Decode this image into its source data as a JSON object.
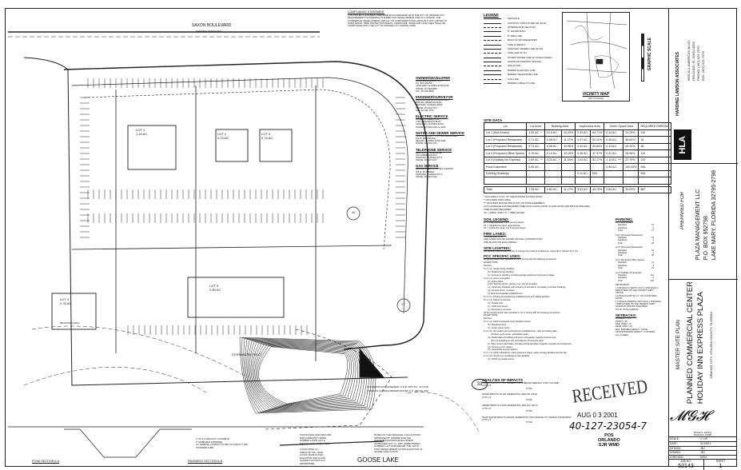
{
  "compliance": {
    "title": "COMPLIANCE STATEMENT",
    "text": [
      "THIS PROJECT HAS BEEN PREPARED IN ACCORDANCE WITH THE CITY OF ORANGE CITY",
      "REQUIREMENTS GOVERNING PLANNED UNIT DEVELOPMENT FOR CC-1 ZONING. THE",
      "COMMERCIAL DEVELOPMENT AND ALL ITS COMPONENTS INCLUDING BUT NOT LIMITED TO",
      "OPEN SPACE, TREE PROTECTION AREAS, LANDSCAPE, SIGNS AND LAND USES SHALL BE",
      "COMPLIANCE WITH THE CITY OF ORANGE CITY ZONING CODE."
    ]
  },
  "plan": {
    "road": "SAXON BOULEVARD",
    "road_sub": "VARIABLE WIDTH R/W",
    "lake": "GOOSE LAKE",
    "retaining_wall": "RETAINING WALL",
    "stormwater": "STORMWATER TRACT",
    "conservation": "CONSERVATION EASEMENT  O.R.B. 3837 PG. 474 AND STATE OF FLORIDA RESERVATIONS O.R. 306 PG. 563",
    "lots": [
      {
        "name": "LOT 1",
        "area": "1.49 AC."
      },
      {
        "name": "LOT 2",
        "area": "0.72 AC."
      },
      {
        "name": "LOT 3",
        "area": "0.74 AC."
      },
      {
        "name": "LOT 4",
        "area": "0.76 AC."
      },
      {
        "name": "LOT 5",
        "area": "2.89 AC."
      }
    ],
    "soil_tags": [
      "42",
      "17",
      "33"
    ],
    "flood1": [
      "FLOOD ZONE LINE PER FIRM",
      "MAP COMMUNITY-PANEL",
      "NUMBER 125155 0475 E",
      "MAP REVISED JUNE 4, 1990."
    ],
    "flood2": [
      "FLOOD ZONE \"A\".",
      "AREAS OF 100- YEAR",
      "FLOOD. BASE FLOOD",
      "ELEVATION AND FLOOD",
      "HAZARD FACTORS NOT",
      "DETERMINED."
    ],
    "drainage": [
      "BASED ON THE DRAINAGE CALCULATIONS",
      "APPROVED BY SJRWMD FOR THE",
      "SAXON BOULEVARD DEVELOPMENT",
      "AS REVISED JULY 14, 1997 UNDER PERMIT",
      "NUMBER 4-127-22054AM3-ER. THE 100YR",
      "POST DEVELOPMENT FLOOD ELEVATION OF",
      "GOOSE LAKE IS 25.00."
    ],
    "pond_section": "POND SECTION A-A",
    "pavement_section": "PAVEMENT SECTION B-B",
    "pavement_notes": [
      "2\" OF S-1 ASPHALTIC CONCRETE",
      "8\" STABILIZED SUBGRADE",
      "12\" SUBBASE (COMPACT TO 98% OF AASHTO T-180)",
      "STANDARD CURB"
    ]
  },
  "contacts": [
    {
      "title": "OWNER/DEVELOPER",
      "lines": [
        "PLAZA MANAGEMENT LLC",
        "P.O. BOX 952798",
        "LAKE MARY, FLORIDA 32795-2798",
        "PHONE: 407-869-8866",
        "FAX: 407-869-8869"
      ]
    },
    {
      "title": "ENGINEER/SURVEYOR",
      "lines": [
        "HARDING LAWSON ASSOCIATES",
        "6500 ALL AMERICAN BLVD.",
        "ORLANDO, FLORIDA 32810",
        "PHONE: 407-522-7570",
        "FAX: 407-522-7576"
      ]
    },
    {
      "title": "ELECTRIC SERVICE",
      "lines": [
        "FLORIDA POWER CORP.",
        "1700 GREENWOOD BLVD.",
        "LAKE MARY, FLORIDA 32746",
        "PHONE: 407-829-1000 ext.3204"
      ]
    },
    {
      "title": "WATER AND SEWER SERVICE",
      "lines": [
        "VOLUSIA COUNTY UTILITIES DEPARTMENT",
        "123 W. INDIANA AVE.",
        "DELAND, FLORIDA 32720-4262",
        "PHONE: 904-943-7027"
      ]
    },
    {
      "title": "TELEPHONE SERVICE",
      "lines": [
        "BELL SOUTH TELEPHONE",
        "120 COMMERCE WAY",
        "SANFORD, FLORIDA 32771",
        "PHONE: 407-327-0447"
      ]
    },
    {
      "title": "GAS SERVICE",
      "lines": [
        "FLORIDA PUBLIC UTILITIES COMPANY",
        "505 W. 5th STREET",
        "SANFORD, FLORIDA 32771",
        "PHONE: 407-322-1442"
      ]
    }
  ],
  "legend": {
    "title": "LEGEND",
    "items": [
      "MANHOLE",
      "CONTROL STRUCTURE OR INLET",
      "MITERED END SECTION",
      "8\" WATER MAIN",
      "8\" FIRE LINE",
      "BACK FLOW PREVENTER",
      "FIRE HYDRANT",
      "SANITARY SEWER LINE W/ MH",
      "FIRE LINE W/ FH",
      "STORM WATER LINE W/ STRUCTURES",
      "HANDICAP PARKING SPACES",
      "SOILS LINE",
      "BURIED ELECTRIC LINE",
      "BURIED TELEPHONE LINE",
      "GAS LINE",
      "BURIED CABLE TV LINE"
    ]
  },
  "vicinity": {
    "title": "VICINITY MAP",
    "sub": "NOT TO SCALE"
  },
  "graphic_scale": "GRAPHIC SCALE",
  "site_data": {
    "title": "SITE DATA",
    "headers": [
      "Lot",
      "Lot Area",
      "Building Area",
      "",
      "Impervious Area",
      "",
      "Green Space Area",
      "",
      "REQUIRED PARKING"
    ],
    "rows": [
      [
        "Lot 1 (Bob Evans)",
        "1.50 AC. *",
        "0.14 AC.",
        "10.00%",
        "0.92 AC.",
        "63.71%",
        "0.34 AC.",
        "24.29%",
        "119"
      ],
      [
        "Lot 2 (Proposed Restaurant)",
        "0.71 AC.",
        "0.08 AC.",
        "11.27%",
        "0.37 AC.",
        "52.11%",
        "0.26 AC.",
        "36.62%",
        "34"
      ],
      [
        "Lot 3 (Proposed Restaurant)",
        "0.73 AC.",
        "0.08 AC.",
        "10.96%",
        "0.32 AC.",
        "43.84%",
        "0.33 AC.",
        "45.20%",
        "36"
      ],
      [
        "Lot 4 (Proposed Office Space)",
        "0.76 AC.",
        "0.10 AC.",
        "13.16%",
        "0.36 AC.",
        "47.37%",
        "0.22 AC.",
        "28.95%",
        "119"
      ],
      [
        "Lot 5 (Holiday Inn Express)",
        "2.89 AC. **",
        "0.33 AC. *",
        "11.04%",
        "1.52 AC.",
        "51.17%",
        "1.13 AC. ***",
        "37.79%",
        "219"
      ],
      [
        "Pond Easement",
        "0.55 AC.",
        "",
        "",
        "",
        "",
        "0.55 AC.",
        "100.00%",
        "N/A"
      ],
      [
        "Existing Roadway",
        "",
        "",
        "",
        "0.11 AC.",
        "N/A",
        "",
        "",
        "N/A"
      ],
      [
        "",
        "",
        "",
        "",
        "",
        "",
        "",
        "",
        ""
      ]
    ],
    "total": [
      "Total",
      "7.25 AC.",
      "0.81 AC.",
      "11.17%",
      "3.61 AC.",
      "49.79%",
      "2.83 AC.",
      "39.03%",
      "887"
    ],
    "notes": [
      "*   INCLUDES 0.11 AC. OF THE EXISTING ACCESS ROAD.",
      "**  INCLUDES POOL AREA.",
      "*** INCLUDES BACKSLOPE SOUTH OF POND EASEMENT.",
      "LOT 5 ACREAGE FOR REQUIRED TREE INCH CALCULATION IS LESS POND AND BACKSLOPE AREA.",
      "TREE INCHES REQUIRED:",
      "AC. x 43560 / 2500 x 6\" = TREE INCHES"
    ]
  },
  "soil": {
    "title": "SOIL LEGEND:",
    "lines": [
      "17  =  Daytona sand, 0 to 5 percent slopes",
      "33  =  Myakka fine sand, depressional",
      "42  =  Paola fine sand, 0 to 8 percent slopes"
    ]
  },
  "fire": {
    "title": "FIRE LANES:",
    "lines": [
      "TYPICAL 20'L x 4'W",
      "FIRE LANES WILL BE SHOWN ON FINAL CONSTRUCTION",
      "SITE PLANS FOR EACH PARCEL."
    ]
  },
  "lighting": {
    "title": "SITE LIGHTING:",
    "lines": [
      "Site lighting shall conform to City of Orange City Code of Ordinances, Appendix A, Section 8.17.2 E."
    ]
  },
  "pcc": {
    "title": "PCC SPECIFIC USES:",
    "lines": [
      "All the permitted uses specified in CG-1 zoning with the following exceptions:",
      "EXCEPTIONS:",
      "Sections",
      "5.1.1  (a)  Single-family dwelling.",
      "       (b)  Multiple-family dwelling.",
      "       (c)  Accessory dwelling, including garage apartment and guest cottage.",
      "5.1.2  (a)  Home occupation.",
      "       (b)  Home office.",
      "       (c)(3) Sporting goods, games, toys, and art supplies.",
      "       (o)  Veterinary hospitals with boarding of animals in completely enclosed buildings.",
      "       (q)  Funeral home, mortuary.",
      "       (r)  Bed and breakfast establishment.",
      "5.1.3  (c)  Printing and publishing establishments and related facilities.",
      "5.1.4  (a)  Places of worship.",
      "       (b)  Private club.",
      "       (c)  Child care center.",
      "       (e)  Emergency services.",
      "All the supplemental uses specified in CG-1 zoning with the following exceptions:",
      "EXCEPTIONS:",
      "Sections",
      "5.1.1  (a)  Adult congregate living facilities (ACLF).",
      "       (b)  Boarding home.",
      "       (c)  Foster group home.",
      "5.1.2  (a)  Recreation and entertainment establishment, such as bowling alley,",
      "            miniature golf course, and billiard parlor.",
      "       (d)  Retail sales of building and home and garden supplies and the uses",
      "            (but not including on-site manufacture of products sold).",
      "       (f)  Plant nursery and sales, including incidental sales of garden supplies and equipment.",
      "       (g)  Farmer's curb market.",
      "       (h)  Automobile service stations.",
      "5.1.3  (1)  Utility substations, water treatment plants, water storage facilities and the like.",
      "5.1.4  (a)  Nursing or convalescent care facilities.",
      "       (b)  Public or private school."
    ]
  },
  "parking": {
    "title": "PARKING:",
    "lots": [
      {
        "name": "Lot 1 (Bob Evans)",
        "standard": "73",
        "handicap": "4",
        "total": "77"
      },
      {
        "name": "Lot 2 (Proposed Restaurant)",
        "standard": "34",
        "handicap": "2",
        "total": "36"
      },
      {
        "name": "Lot 3 (Proposed Restaurant)",
        "standard": "34",
        "handicap": "2",
        "total": "36"
      },
      {
        "name": "Lot 4 (Proposed Office Space)",
        "standard": "21",
        "handicap": "2",
        "total": "23"
      },
      {
        "name": "Lot 5 (Holiday Inn Express)",
        "standard": "114",
        "handicap": "5",
        "total": "119"
      }
    ],
    "labels": {
      "standard": "Standard",
      "handicap": "Handicap",
      "total": "Total"
    },
    "rules": [
      "RESTAURANT:",
      "1 FOR EACH 3 SEATS, PLUS 1 FOR EACH 2",
      "EMPLOYEES ON THE LARGEST SHIFT.",
      "OFFICE:",
      "1 FOR EACH 250 SQ. FT. OF FLOOR AREA.",
      "HOTEL:",
      "1 FOR EACH RENTAL UNIT, PLUS 1 FOR EACH",
      "2 EMPLOYEES ON THE LARGEST SHIFT.",
      "HANDICAP PARKING REQUIRED",
      "2% OF TOTAL PARKING"
    ]
  },
  "setbacks": {
    "title": "SETBACKS:",
    "lines": [
      "GATEWAY  =  50'",
      "FRONT  =  25'",
      "SIDE YARD  =  10'",
      "REAR YARD  =  10'",
      "MAX. BUILDING HEIGHT - HOTEL",
      "OFFICE BUILDING HEIGHT = 3 STORIES",
      "ALL OTHERS"
    ]
  },
  "impacts": {
    "title": "ANALYSIS OF IMPACTS",
    "tag": "33",
    "items": [
      {
        "title": "TRAFFIC IMPACTS (TRIP GENERATION, AVERAGE WEEKDAY 2-WAY VOLUME)",
        "lots": "LOTS 1-5",
        "total": "TOTAL"
      },
      {
        "title": "WATER IMPACTS (FLOW GENERATION, PER FAC 10D-6)",
        "lots": "LOTS 1-5",
        "total": "TOTAL"
      },
      {
        "title": "SEWER IMPACTS (FLOW GENERATION, PER FAC 10D-6)",
        "lots": "LOTS 1-5",
        "total": "TOTAL"
      },
      {
        "title": "SOLID WASTE IMPACTS (WASTE GENERATION, PER ORANGE CITY DESIGN STANDARDS)",
        "lots": "LOTS 1-5",
        "total": "TOTAL"
      }
    ]
  },
  "stamp": {
    "received": "RECEIVED",
    "date": "AUG 0 3 2001",
    "number": "40-127-23054-7",
    "office": [
      "POS",
      "ORLANDO",
      "SJR WMD"
    ]
  },
  "title_block": {
    "firm": "HARDING LAWSON ASSOCIATES",
    "firm_logo": "HLA",
    "firm_address": [
      "6500 ALL AMERICAN BLVD.",
      "ORLANDO, FL 32810-4350",
      "PHONE: (407) 522-7570",
      "FAX: (407) 522-7576"
    ],
    "prepared_for": "PREPARED FOR",
    "client": [
      "PLAZA MANAGEMENT LLC",
      "P.O. BOX 952798",
      "LAKE MARY, FLORIDA 32795-2798"
    ],
    "sheet_type": "MASTER SITE PLAN",
    "project": [
      "PLANNED COMMERCIAL CENTER",
      "HOLIDAY INN EXPRESS PLAZA"
    ],
    "location": "ORANGE CITY, VOLUSIA COUNTY, FLORIDA",
    "engineer": [
      "Michael G. Harding",
      "Florida P.E. #47984"
    ],
    "fields": [
      {
        "label": "SCALE:",
        "value": "1\"=40'"
      },
      {
        "label": "DATE:",
        "value": "01/24/01"
      },
      {
        "label": "DESIGN:",
        "value": "JBJ"
      },
      {
        "label": "DRAWN:",
        "value": "JBJ"
      },
      {
        "label": "CHECKED:",
        "value": "MGH"
      }
    ],
    "job_label": "JOB NO.",
    "job": "52143",
    "sheet_label": "SHEET",
    "sheet": "1"
  }
}
